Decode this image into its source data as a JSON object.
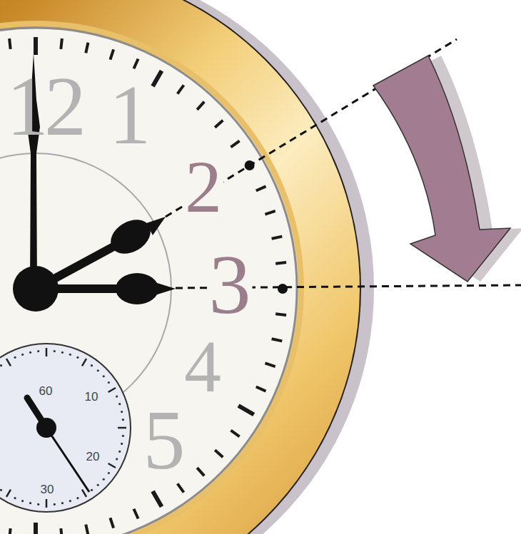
{
  "diagram": {
    "labels": [
      "12",
      "1",
      "2",
      "3",
      "4",
      "5",
      "60",
      "10",
      "20",
      "30"
    ]
  }
}
